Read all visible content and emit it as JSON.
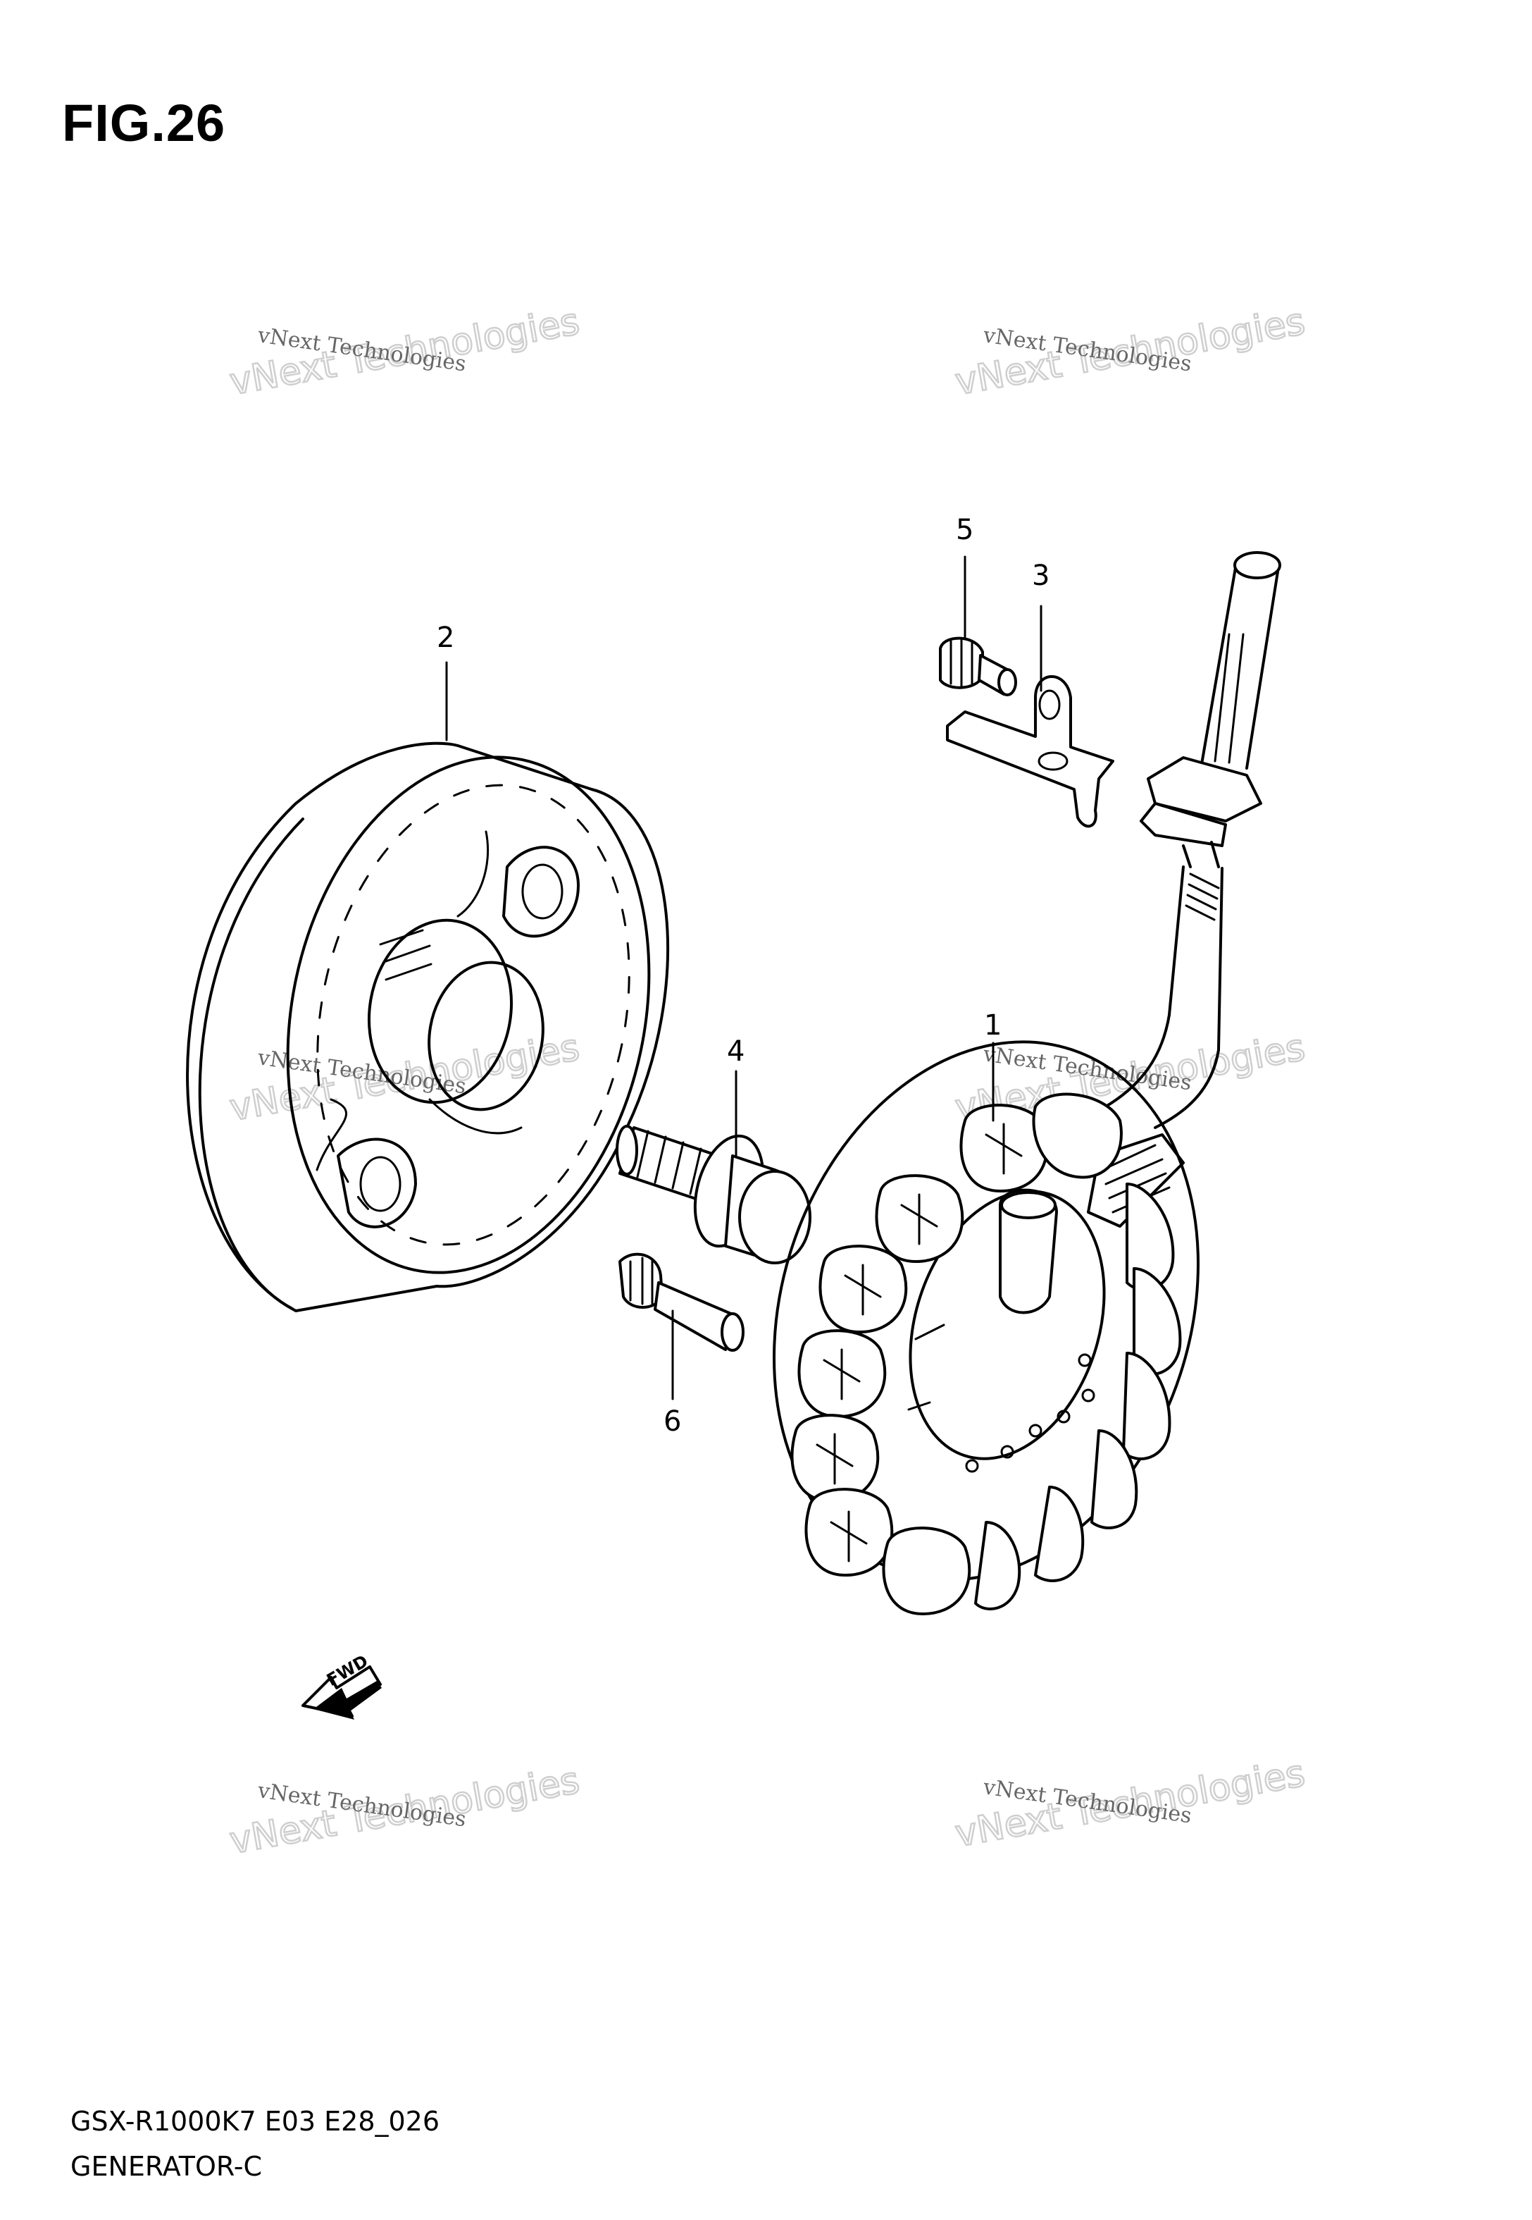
{
  "figure": {
    "title": "FIG.26"
  },
  "footer": {
    "model_code": "GSX-R1000K7 E03 E28_026",
    "assembly_name": "GENERATOR-C"
  },
  "callouts": {
    "c1": "1",
    "c2": "2",
    "c3": "3",
    "c4": "4",
    "c5": "5",
    "c6": "6"
  },
  "fwd_label": "FWD",
  "watermark": {
    "small": "vNext Technologies",
    "large": "vNext Technologies"
  },
  "colors": {
    "line": "#000000",
    "background": "#ffffff",
    "watermark": "#cfcfcf"
  }
}
